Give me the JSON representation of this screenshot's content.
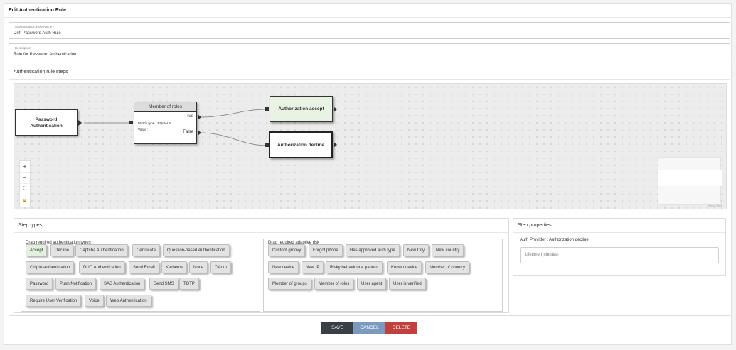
{
  "page": {
    "title": "Edit Authentication Rule"
  },
  "fields": {
    "name": {
      "label": "Authentication Rule Name *",
      "value": "Def. Password Auth Rule"
    },
    "description": {
      "label": "Description",
      "value": "Rule for Password Authentication"
    }
  },
  "steps_section": {
    "title": "Authentication rule steps"
  },
  "flow": {
    "password_node": "Password Authentication",
    "roles_node": {
      "title": "Member of roles",
      "match_type": "Match type : EQUALS",
      "value": "Value :",
      "out_true": "True",
      "out_false": "False"
    },
    "accept_node": "Authorization accept",
    "decline_node": "Authorization decline",
    "zoom": {
      "in": "+",
      "out": "−",
      "fit": "⛶",
      "lock": "🔒"
    },
    "attribution": "React Flow"
  },
  "step_types": {
    "title": "Step types",
    "auth_group": {
      "title": "Drag required authentication types",
      "items": [
        "Accept",
        "Decline",
        "Captcha Authentication",
        "Certificate",
        "Question-based Authentication",
        "Criipto authentication",
        "DUO Authentication",
        "Send Email",
        "Kerberos",
        "None",
        "OAuth",
        "Password",
        "Push Notification",
        "SAS Authentication",
        "Send SMS",
        "TOTP",
        "Require User Verification",
        "Voice",
        "Web Authentication"
      ]
    },
    "risk_group": {
      "title": "Drag required adaptive risk",
      "items": [
        "Custom groovy",
        "Forgot phone",
        "Has approved auth type",
        "New City",
        "New country",
        "New device",
        "New IP",
        "Risky behavioural pattern",
        "Known device",
        "Member of country",
        "Member of groups",
        "Member of roles",
        "User agent",
        "User is verified"
      ]
    }
  },
  "step_properties": {
    "title": "Step properties",
    "provider_label": "Auth Provider : Authorization decline",
    "lifetime_placeholder": "Lifetime (minutes)"
  },
  "actions": {
    "save": "SAVE",
    "cancel": "CANCEL",
    "delete": "DELETE"
  },
  "colors": {
    "save": "#3a3f47",
    "cancel": "#7a9bbf",
    "delete": "#c0403d",
    "accent_chip": "#e3efdf",
    "accept_node": "#e8f3e4"
  }
}
